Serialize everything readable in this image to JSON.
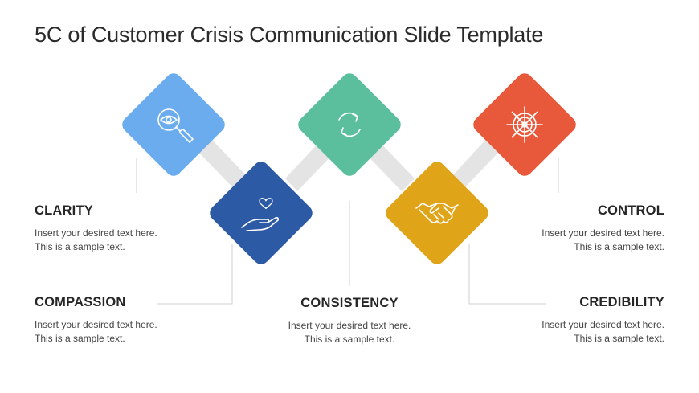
{
  "title": "5C of Customer Crisis Communication Slide Template",
  "colors": {
    "clarity": "#6aacee",
    "consistency": "#5bbf9e",
    "control": "#e8583a",
    "compassion": "#2d5aa5",
    "credibility": "#e0a419",
    "connector": "#e4e4e4",
    "leader_line": "#cfcfcf"
  },
  "items": [
    {
      "key": "clarity",
      "heading": "CLARITY",
      "line1": "Insert your desired text here.",
      "line2": "This is a sample text.",
      "icon": "eye-magnifier-icon"
    },
    {
      "key": "compassion",
      "heading": "COMPASSION",
      "line1": "Insert your desired text here.",
      "line2": "This is a sample text.",
      "icon": "heart-hand-icon"
    },
    {
      "key": "consistency",
      "heading": "CONSISTENCY",
      "line1": "Insert your desired text here.",
      "line2": "This is a sample text.",
      "icon": "refresh-cycle-icon"
    },
    {
      "key": "credibility",
      "heading": "CREDIBILITY",
      "line1": "Insert your desired text here.",
      "line2": "This is a sample text.",
      "icon": "handshake-icon"
    },
    {
      "key": "control",
      "heading": "CONTROL",
      "line1": "Insert your desired text here.",
      "line2": "This is a sample text.",
      "icon": "ship-wheel-icon"
    }
  ]
}
